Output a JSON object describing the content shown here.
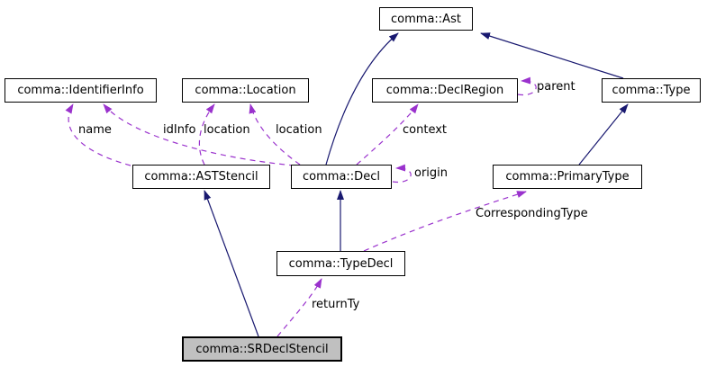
{
  "diagram": {
    "kind": "doxygen-collaboration-graph",
    "colors": {
      "inheritance_edge": "#191970",
      "usage_edge": "#9a32cd",
      "node_fill": "#ffffff",
      "node_border": "#000000",
      "current_node_fill": "#c0c0c0"
    },
    "nodes": {
      "ast": {
        "label": "comma::Ast"
      },
      "identifierinfo": {
        "label": "comma::IdentifierInfo"
      },
      "location": {
        "label": "comma::Location"
      },
      "declregion": {
        "label": "comma::DeclRegion"
      },
      "type": {
        "label": "comma::Type"
      },
      "aststencil": {
        "label": "comma::ASTStencil"
      },
      "decl": {
        "label": "comma::Decl"
      },
      "primarytype": {
        "label": "comma::PrimaryType"
      },
      "typedecl": {
        "label": "comma::TypeDecl"
      },
      "srdeclstencil": {
        "label": "comma::SRDeclStencil"
      }
    },
    "edges": [
      {
        "from": "comma::Decl",
        "to": "comma::Ast",
        "type": "inheritance",
        "label": ""
      },
      {
        "from": "comma::Type",
        "to": "comma::Ast",
        "type": "inheritance",
        "label": ""
      },
      {
        "from": "comma::PrimaryType",
        "to": "comma::Type",
        "type": "inheritance",
        "label": ""
      },
      {
        "from": "comma::TypeDecl",
        "to": "comma::Decl",
        "type": "inheritance",
        "label": ""
      },
      {
        "from": "comma::SRDeclStencil",
        "to": "comma::ASTStencil",
        "type": "inheritance",
        "label": ""
      },
      {
        "from": "comma::ASTStencil",
        "to": "comma::IdentifierInfo",
        "type": "usage",
        "label": "name"
      },
      {
        "from": "comma::Decl",
        "to": "comma::IdentifierInfo",
        "type": "usage",
        "label": "idInfo"
      },
      {
        "from": "comma::ASTStencil",
        "to": "comma::Location",
        "type": "usage",
        "label": "location"
      },
      {
        "from": "comma::Decl",
        "to": "comma::Location",
        "type": "usage",
        "label": "location"
      },
      {
        "from": "comma::Decl",
        "to": "comma::DeclRegion",
        "type": "usage",
        "label": "context"
      },
      {
        "from": "comma::Decl",
        "to": "comma::Decl",
        "type": "usage",
        "label": "origin"
      },
      {
        "from": "comma::DeclRegion",
        "to": "comma::DeclRegion",
        "type": "usage",
        "label": "parent"
      },
      {
        "from": "comma::TypeDecl",
        "to": "comma::PrimaryType",
        "type": "usage",
        "label": "CorrespondingType"
      },
      {
        "from": "comma::SRDeclStencil",
        "to": "comma::TypeDecl",
        "type": "usage",
        "label": "returnTy"
      }
    ]
  }
}
